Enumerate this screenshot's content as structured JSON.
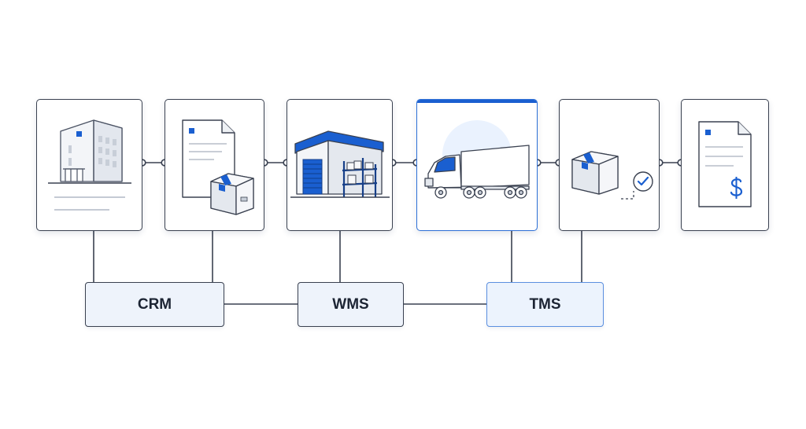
{
  "stages": [
    {
      "id": "customer-facility",
      "icon": "office-building-icon"
    },
    {
      "id": "order-documents",
      "icon": "document-with-box-icon"
    },
    {
      "id": "warehouse",
      "icon": "warehouse-with-racks-icon"
    },
    {
      "id": "transport",
      "icon": "semi-truck-icon",
      "highlighted": true
    },
    {
      "id": "delivery-confirmed",
      "icon": "box-with-checkmark-icon"
    },
    {
      "id": "invoice",
      "icon": "invoice-dollar-icon"
    }
  ],
  "systems": [
    {
      "id": "crm",
      "label": "CRM",
      "connects_stages": [
        "customer-facility",
        "order-documents"
      ]
    },
    {
      "id": "wms",
      "label": "WMS",
      "connects_stages": [
        "warehouse"
      ]
    },
    {
      "id": "tms",
      "label": "TMS",
      "connects_stages": [
        "transport",
        "delivery-confirmed"
      ],
      "highlighted": true
    }
  ],
  "colors": {
    "accent": "#1a5fd0",
    "line": "#3a4150",
    "system_fill": "#eef3fb",
    "icon_stroke": "#4a5263",
    "icon_fill_light": "#f3f5f8"
  }
}
